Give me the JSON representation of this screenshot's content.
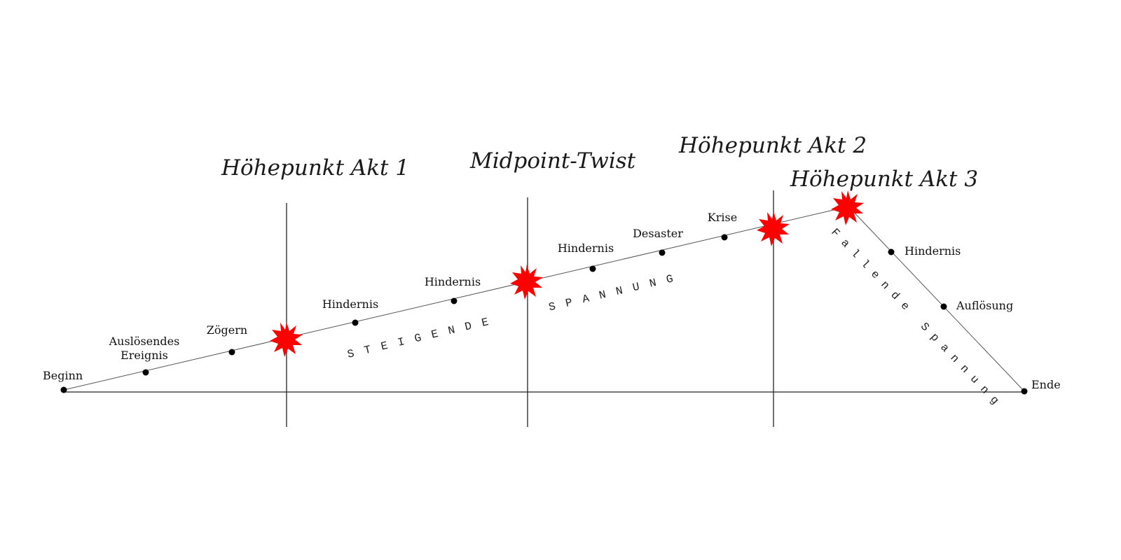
{
  "colors": {
    "line": "#222222",
    "point": "#000000",
    "star": "#ff0000",
    "background": "#ffffff"
  },
  "points": {
    "beginn": "Beginn",
    "ausloesendes_line1": "Auslösendes",
    "ausloesendes_line2": "Ereignis",
    "zoegern": "Zögern",
    "hindernis1": "Hindernis",
    "hindernis2": "Hindernis",
    "hindernis3": "Hindernis",
    "desaster": "Desaster",
    "krise": "Krise",
    "hindernis4": "Hindernis",
    "aufloesung": "Auflösung",
    "ende": "Ende"
  },
  "climaxes": {
    "akt1": "Höhepunkt Akt 1",
    "midpoint": "Midpoint-Twist",
    "akt2": "Höhepunkt Akt 2",
    "akt3": "Höhepunkt Akt 3"
  },
  "arcs": {
    "steigende": "STEIGENDE   SPANNUNG",
    "fallende": "Fallende Spannung"
  },
  "icons": [
    "climax-star-icon"
  ]
}
